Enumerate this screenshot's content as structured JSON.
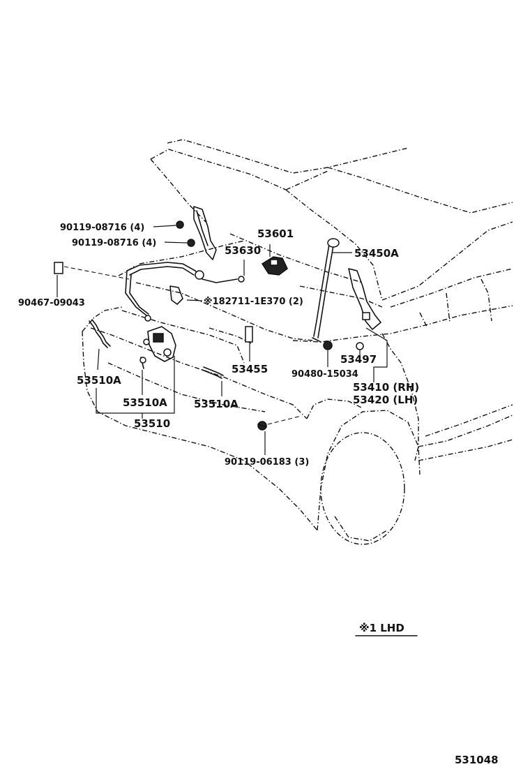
{
  "labels": {
    "bolt_upper": "90119-08716 (4)",
    "bolt_lower": "90119-08716 (4)",
    "clip_left": "90467-09043",
    "stay_cable": "53601",
    "cable": "53630",
    "prop_rod": "53450A",
    "note_bolt": "※182711-1E370 (2)",
    "cushion": "53455",
    "grommet": "90480-15034",
    "hinge_clip": "53497",
    "hinge_rh": "53410 (RH)",
    "hinge_lh": "53420 (LH)",
    "latch_spring_left": "53510A",
    "latch_spring_center": "53510A",
    "latch_spring_right": "53510A",
    "latch_assy": "53510",
    "bolt_front": "90119-06183 (3)"
  },
  "note": {
    "text": "※1  LHD"
  },
  "figure_number": "531048"
}
